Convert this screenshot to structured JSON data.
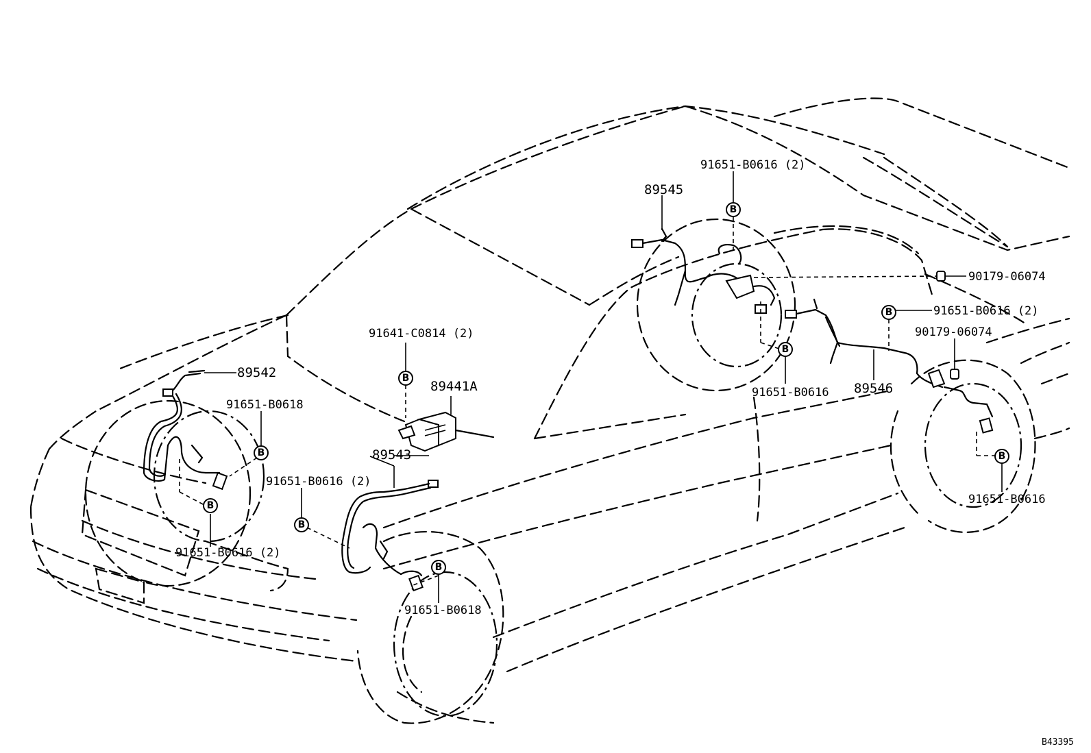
{
  "diagram": {
    "parts": {
      "p89542": "89542",
      "p89543": "89543",
      "p89441A": "89441A",
      "p89545": "89545",
      "p89546": "89546",
      "c_91641_C0814_2": "91641-C0814 (2)",
      "c_91651_B0618_a": "91651-B0618",
      "c_91651_B0616_2_a": "91651-B0616 (2)",
      "c_91651_B0616_2_b": "91651-B0616 (2)",
      "c_91651_B0618_b": "91651-B0618",
      "c_91651_B0616_2_c": "91651-B0616 (2)",
      "c_90179_06074_a": "90179-06074",
      "c_91651_B0616_2_d": "91651-B0616 (2)",
      "c_90179_06074_b": "90179-06074",
      "c_91651_B0616_a": "91651-B0616",
      "c_91651_B0616_b": "91651-B0616"
    },
    "bolt_marker": "B",
    "figure_code": "B43395"
  }
}
